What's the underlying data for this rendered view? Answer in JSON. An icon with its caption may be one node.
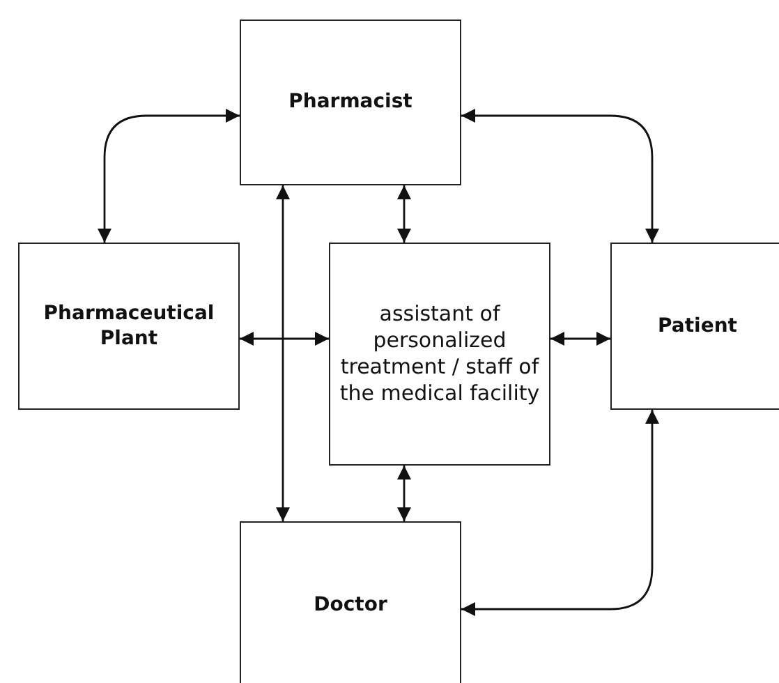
{
  "diagram": {
    "nodes": [
      {
        "text": [
          "Pharmacist"
        ]
      },
      {
        "text": [
          "Pharmaceutical Plant"
        ]
      },
      {
        "text": [
          "assistant of personalized treatment / staff of the medical facility"
        ]
      },
      {
        "text": [
          "Patient"
        ]
      },
      {
        "text": [
          "Doctor"
        ]
      }
    ],
    "edges": [
      {
        "from": 0,
        "to": 1,
        "arrow": "both"
      },
      {
        "from": 0,
        "to": 3,
        "arrow": "both"
      },
      {
        "from": 0,
        "to": 4,
        "arrow": "both"
      },
      {
        "from": 0,
        "to": 2,
        "arrow": "both"
      },
      {
        "from": 1,
        "to": 2,
        "arrow": "both"
      },
      {
        "from": 2,
        "to": 3,
        "arrow": "both"
      },
      {
        "from": 2,
        "to": 4,
        "arrow": "both"
      },
      {
        "from": 4,
        "to": 3,
        "arrow": "both"
      }
    ]
  }
}
